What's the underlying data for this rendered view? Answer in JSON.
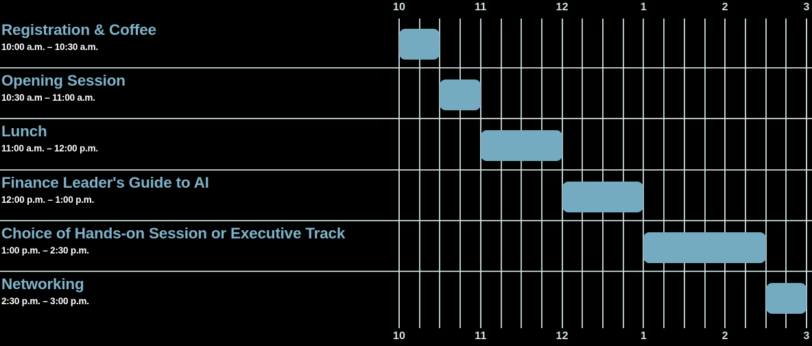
{
  "chart_data": {
    "type": "bar",
    "orientation": "horizontal-gantt",
    "title": "",
    "xlabel": "",
    "ylabel": "",
    "axis": {
      "tick_labels_top": [
        "10",
        "11",
        "12",
        "1",
        "2",
        "3"
      ],
      "tick_labels_bottom": [
        "10",
        "11",
        "12",
        "1",
        "2",
        "3"
      ],
      "hour_values": [
        10,
        11,
        12,
        13,
        14,
        15
      ],
      "xlim": [
        10,
        15
      ],
      "minor_tick_interval_minutes": 15,
      "grid": true,
      "legend": "none"
    },
    "colors": {
      "background": "#000000",
      "bar": "#74abc1",
      "title_text": "#80b2c9",
      "time_text": "#ffffff",
      "axis_text": "#cfe0df",
      "gridline": "#cfe0df",
      "separator": "#cfe0df"
    },
    "categories": [
      "Registration & Coffee",
      "Opening Session",
      "Lunch",
      "Finance Leader's Guide to AI",
      "Choice of Hands-on Session or Executive Track",
      "Networking"
    ],
    "events": [
      {
        "title": "Registration & Coffee",
        "time": "10:00 a.m. – 10:30 a.m.",
        "start_hour": 10.0,
        "end_hour": 10.5,
        "duration_minutes": 30
      },
      {
        "title": "Opening Session",
        "time": "10:30 a.m – 11:00 a.m.",
        "start_hour": 10.5,
        "end_hour": 11.0,
        "duration_minutes": 30
      },
      {
        "title": "Lunch",
        "time": "11:00 a.m. – 12:00 p.m.",
        "start_hour": 11.0,
        "end_hour": 12.0,
        "duration_minutes": 60
      },
      {
        "title": "Finance Leader's Guide to AI",
        "time": "12:00 p.m. – 1:00 p.m.",
        "start_hour": 12.0,
        "end_hour": 13.0,
        "duration_minutes": 60
      },
      {
        "title": "Choice of Hands-on Session or Executive Track",
        "time": "1:00 p.m. – 2:30 p.m.",
        "start_hour": 13.0,
        "end_hour": 14.5,
        "duration_minutes": 90
      },
      {
        "title": "Networking",
        "time": "2:30 p.m. – 3:00 p.m.",
        "start_hour": 14.5,
        "end_hour": 15.0,
        "duration_minutes": 30
      }
    ]
  }
}
